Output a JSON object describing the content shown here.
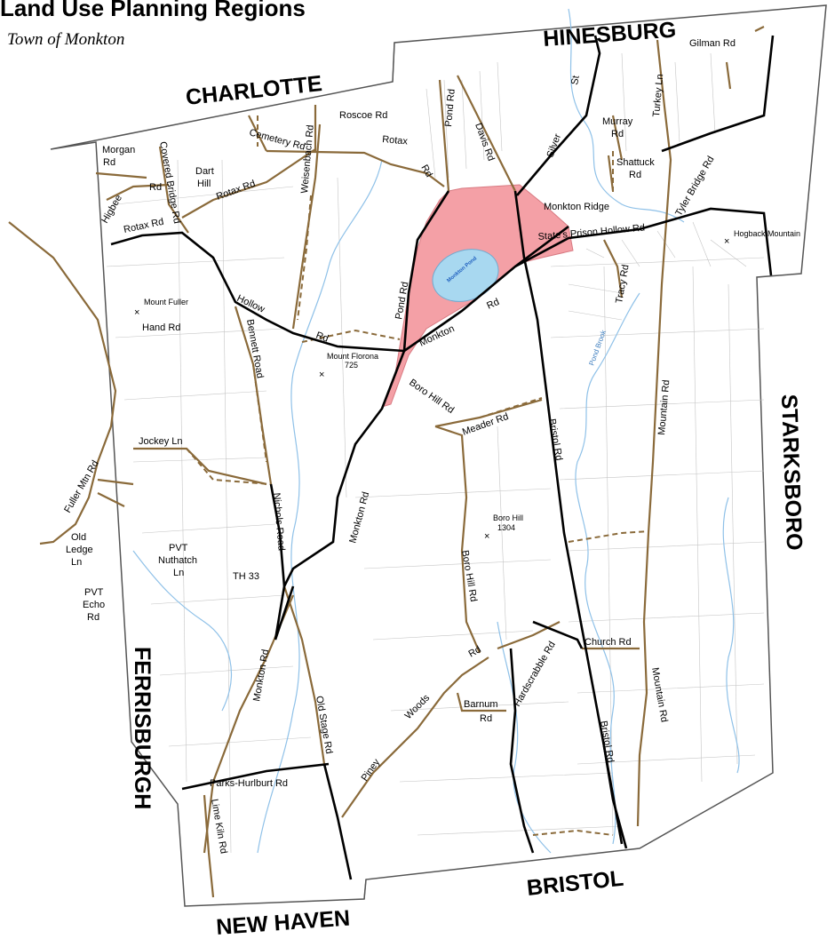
{
  "title": "Land Use Planning Regions",
  "subtitle": "Town of Monkton",
  "towns": {
    "charlotte": "CHARLOTTE",
    "hinesburg": "HINESBURG",
    "starksboro": "STARKSBORO",
    "ferrisburgh": "FERRISBURGH",
    "bristol": "BRISTOL",
    "new_haven": "NEW HAVEN"
  },
  "roads": {
    "roscoe": "Roscoe Rd",
    "gilman": "Gilman Rd",
    "morgan": "Morgan",
    "morgan_rd": "Rd",
    "covered_bridge": "Covered Bridge Rd",
    "dart_hill_1": "Dart",
    "dart_hill_2": "Hill",
    "cemetery": "Cemetery Rd",
    "rotax_1": "Rotax",
    "rotax_1b": "Rd",
    "rotax_2": "Rotax Rd",
    "rotax_3": "Rotax Rd",
    "higbee": "Higbee",
    "higbee_rd": "Rd",
    "weisenbach": "Weisenbach Rd",
    "pond_rd_n": "Pond Rd",
    "davis": "Davis Rd",
    "silver_st_1": "Silver",
    "silver_st_2": "St",
    "murray_1": "Murray",
    "murray_2": "Rd",
    "turkey": "Turkey Ln",
    "shattuck_1": "Shattuck",
    "shattuck_2": "Rd",
    "tyler_bridge": "Tyler Bridge Rd",
    "monkton_ridge": "Monkton Ridge",
    "states_prison": "State's Prison Hollow Rd",
    "tracy": "Tracy Rd",
    "hollow": "Hollow",
    "hollow_rd": "Rd",
    "hand": "Hand Rd",
    "bennett": "Bennett Road",
    "pond_rd_s": "Pond Rd",
    "monkton_rd_ne": "Monkton",
    "monkton_rd_ne_2": "Rd",
    "boro_hill_n": "Boro Hill Rd",
    "meader": "Meader Rd",
    "bristol_rd_n": "Bristol Rd",
    "mountain_n": "Mountain Rd",
    "jockey": "Jockey Ln",
    "fuller_mtn": "Fuller Mtn Rd",
    "nichols": "Nichols Road",
    "monkton_rd_mid": "Monkton Rd",
    "old_ledge_1": "Old",
    "old_ledge_2": "Ledge",
    "old_ledge_3": "Ln",
    "nuthatch_1": "PVT",
    "nuthatch_2": "Nuthatch",
    "nuthatch_3": "Ln",
    "echo_1": "PVT",
    "echo_2": "Echo",
    "echo_3": "Rd",
    "th33": "TH 33",
    "boro_hill_s": "Boro Hill Rd",
    "hardscrabble": "Hardscrabble Rd",
    "church": "Church Rd",
    "monkton_rd_sw": "Monkton Rd",
    "old_stage": "Old Stage Rd",
    "woods_rd": "Rd",
    "woods": "Woods",
    "piney": "Piney",
    "barnum": "Barnum",
    "barnum_rd": "Rd",
    "bristol_rd_s": "Bristol Rd",
    "mountain_s": "Mountain Rd",
    "parks_hurlburt": "Parks-Hurlburt Rd",
    "lime_kiln": "Lime Kiln Rd"
  },
  "points": {
    "mount_fuller": "Mount Fuller",
    "mount_florona": "Mount Florona",
    "mount_florona_elev": "725",
    "boro_hill": "Boro Hill",
    "boro_hill_elev": "1304",
    "hogback": "Hogback Mountain"
  },
  "water": {
    "monkton_pond": "Monkton Pond",
    "pond_brook": "Pond Brook"
  },
  "colors": {
    "region_fill": "#f4a0a6",
    "pond_fill": "#a8d8f0",
    "highway": "#000000",
    "local_road": "#8a6a3a",
    "stream": "#8fc1e8",
    "parcel": "#bdbdbd",
    "boundary": "#555555"
  }
}
